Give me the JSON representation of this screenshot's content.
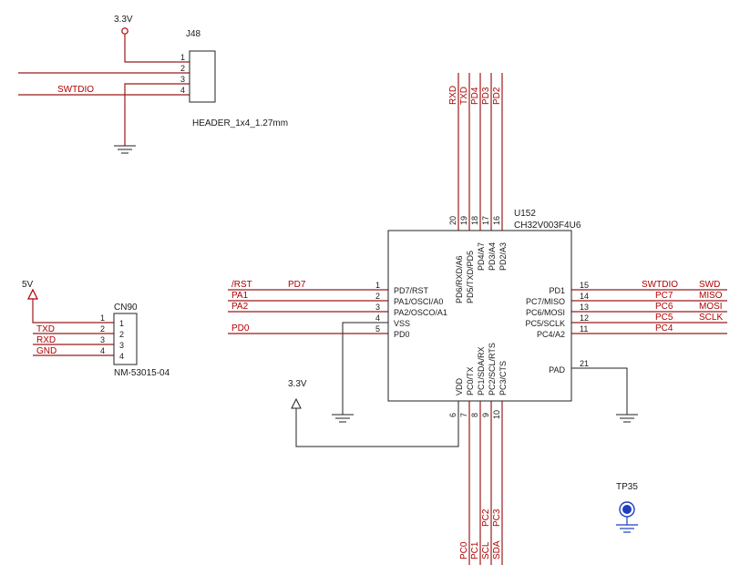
{
  "power": {
    "v33": "3.3V",
    "v5": "5V"
  },
  "j48": {
    "ref": "J48",
    "value": "HEADER_1x4_1.27mm",
    "pins": [
      "1",
      "2",
      "3",
      "4"
    ],
    "net_swdio": "SWTDIO"
  },
  "cn90": {
    "ref": "CN90",
    "value": "NM-53015-04",
    "pins": [
      "1",
      "2",
      "3",
      "4"
    ],
    "nets": [
      "",
      "TXD",
      "RXD",
      "GND"
    ]
  },
  "u152": {
    "ref": "U152",
    "value": "CH32V003F4U6",
    "top_pins": [
      {
        "num": "20",
        "name": "PD6/RXD/A6",
        "net": "RXD"
      },
      {
        "num": "19",
        "name": "PD5/TXD/PD5",
        "net": "TXD"
      },
      {
        "num": "18",
        "name": "PD4/A7",
        "net": "PD4"
      },
      {
        "num": "17",
        "name": "PD3/A4",
        "net": "PD3"
      },
      {
        "num": "16",
        "name": "PD2/A3",
        "net": "PD2"
      }
    ],
    "left_pins": [
      {
        "num": "1",
        "name": "PD7/RST",
        "net1": "/RST",
        "net2": "PD7"
      },
      {
        "num": "2",
        "name": "PA1/OSCI/A0",
        "net1": "PA1",
        "net2": ""
      },
      {
        "num": "3",
        "name": "PA2/OSCO/A1",
        "net1": "PA2",
        "net2": ""
      },
      {
        "num": "4",
        "name": "VSS",
        "net1": "",
        "net2": ""
      },
      {
        "num": "5",
        "name": "PD0",
        "net1": "PD0",
        "net2": ""
      }
    ],
    "right_pins": [
      {
        "num": "15",
        "name": "PD1",
        "net1": "SWTDIO",
        "net2": "SWD"
      },
      {
        "num": "14",
        "name": "PC7/MISO",
        "net1": "PC7",
        "net2": "MISO"
      },
      {
        "num": "13",
        "name": "PC6/MOSI",
        "net1": "PC6",
        "net2": "MOSI"
      },
      {
        "num": "12",
        "name": "PC5/SCLK",
        "net1": "PC5",
        "net2": "SCLK"
      },
      {
        "num": "11",
        "name": "PC4/A2",
        "net1": "PC4",
        "net2": ""
      }
    ],
    "pad_pin": {
      "num": "21",
      "name": "PAD"
    },
    "bottom_pins": [
      {
        "num": "6",
        "name": "VDD",
        "net1": "",
        "net2": ""
      },
      {
        "num": "7",
        "name": "PC0/TX",
        "net1": "",
        "net2": "PC0"
      },
      {
        "num": "8",
        "name": "PC1/SDA/RX",
        "net1": "",
        "net2": "PC1"
      },
      {
        "num": "9",
        "name": "PC2/SCL/RTS",
        "net1": "PC2",
        "net2": "SCL"
      },
      {
        "num": "10",
        "name": "PC3/CTS",
        "net1": "PC3",
        "net2": "SDA"
      }
    ]
  },
  "tp35": {
    "ref": "TP35"
  }
}
